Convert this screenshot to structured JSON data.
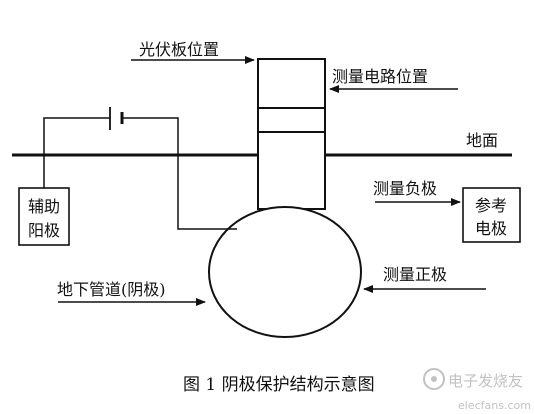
{
  "diagram": {
    "labels": {
      "pv_panel_position": "光伏板位置",
      "measurement_circuit_position": "测量电路位置",
      "ground_surface": "地面",
      "auxiliary_anode_line1": "辅助",
      "auxiliary_anode_line2": "阳极",
      "measure_negative": "测量负极",
      "reference_electrode_line1": "参考",
      "reference_electrode_line2": "电极",
      "underground_pipeline": "地下管道(阴极)",
      "measure_positive": "测量正极"
    },
    "caption": "图 1 阴极保护结构示意图",
    "watermark": "电子发烧友",
    "watermark_domain": "elecfans.com"
  }
}
